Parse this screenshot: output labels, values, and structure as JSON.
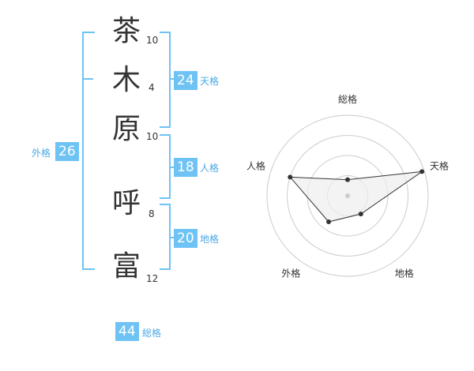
{
  "characters": [
    {
      "char": "茶",
      "strokes": "10"
    },
    {
      "char": "木",
      "strokes": "4"
    },
    {
      "char": "原",
      "strokes": "10"
    },
    {
      "char": "呼",
      "strokes": "8"
    },
    {
      "char": "富",
      "strokes": "12"
    }
  ],
  "scores": {
    "tenkaku": {
      "value": "24",
      "label": "天格"
    },
    "jinkaku": {
      "value": "18",
      "label": "人格"
    },
    "chikaku": {
      "value": "20",
      "label": "地格"
    },
    "gaikaku": {
      "value": "26",
      "label": "外格"
    },
    "soukaku": {
      "value": "44",
      "label": "総格"
    }
  },
  "chart_data": {
    "type": "radar",
    "axes": [
      "総格",
      "天格",
      "地格",
      "外格",
      "人格"
    ],
    "values": [
      0.2,
      0.97,
      0.28,
      0.4,
      0.75
    ],
    "range": [
      0,
      1
    ],
    "rings": 4
  },
  "colors": {
    "accent": "#6ec3f4",
    "label": "#4aa9e6",
    "ring": "#cccccc",
    "fill": "#eeeeee"
  }
}
